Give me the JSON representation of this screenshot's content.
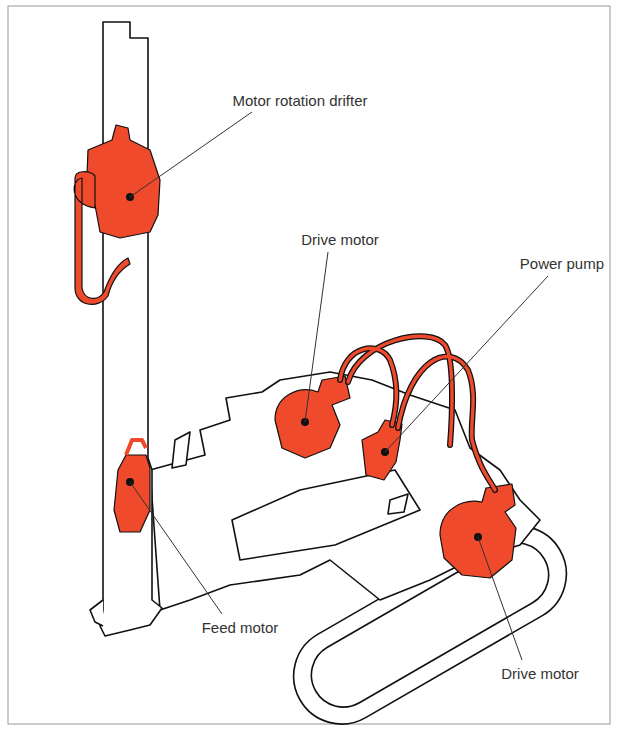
{
  "diagram": {
    "labels": [
      "Motor rotation drifter",
      "Drive motor",
      "Power pump",
      "Feed motor",
      "Drive motor"
    ]
  }
}
